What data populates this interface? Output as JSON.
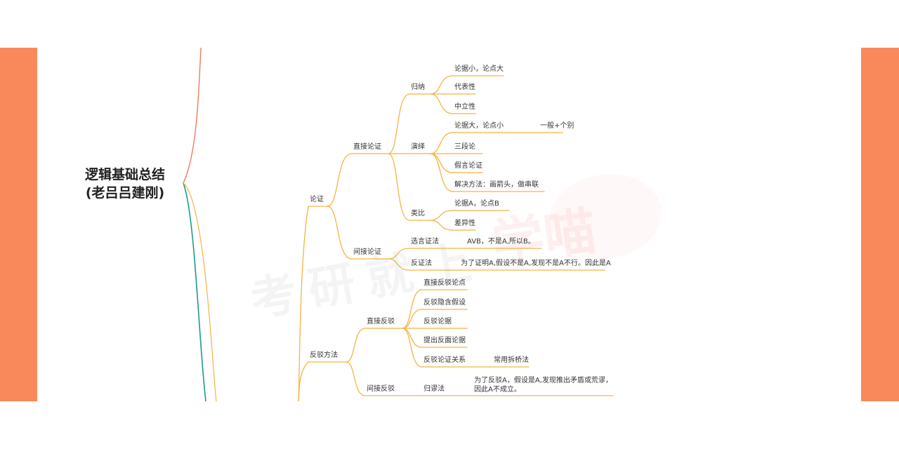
{
  "colors": {
    "frame": "#f9895a",
    "branch": "#f5b341",
    "teal": "#1a9a8f",
    "salmon": "#f07a5e"
  },
  "root": {
    "line1": "逻辑基础总结",
    "line2": "(老吕吕建刚)"
  },
  "watermark": {
    "text_a": "考研就上",
    "text_b": "学喵"
  },
  "mindmap": {
    "lunzheng": {
      "label": "论证",
      "zhijie": {
        "label": "直接论证",
        "guina": {
          "label": "归纳",
          "items": [
            "论据小，论点大",
            "代表性",
            "中立性"
          ]
        },
        "yanyi": {
          "label": "演绎",
          "items": [
            "论据大，论点小",
            "三段论",
            "假言论证",
            "解决方法：画箭头，做串联"
          ],
          "note": "一般+个别"
        },
        "leibi": {
          "label": "类比",
          "items": [
            "论据A，论点B",
            "差异性"
          ]
        }
      },
      "jianjie": {
        "label": "间接论证",
        "xuanyan": {
          "label": "选言证法",
          "detail": "AVB，不是A,所以B。"
        },
        "fanzheng": {
          "label": "反证法",
          "detail": "为了证明A,假设不是A,发现不是A不行。因此是A"
        }
      }
    },
    "fanbo": {
      "label": "反驳方法",
      "zhijie": {
        "label": "直接反驳",
        "items": [
          "直接反驳论点",
          "反驳隐含假设",
          "反驳论据",
          "提出反面论据",
          "反驳论证关系"
        ],
        "note": "常用拆桥法"
      },
      "jianjie": {
        "label": "间接反驳",
        "guimiu": {
          "label": "归谬法",
          "detail": "为了反驳A，假设是A,发现推出矛盾或荒谬，因此A不成立。"
        }
      }
    }
  }
}
